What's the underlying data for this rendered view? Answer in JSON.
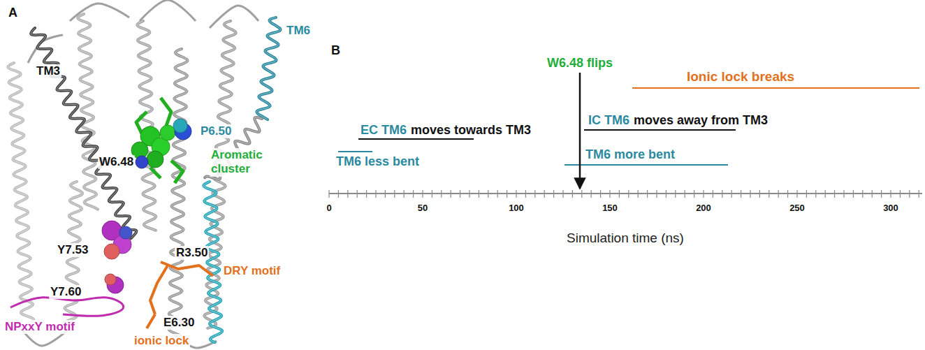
{
  "diagram": {
    "labels": [
      "A",
      "TM6",
      "TM3",
      "P6.50",
      "W6.48",
      "Aromatic cluster",
      "Y7.53",
      "R3.50",
      "DRY motif",
      "Y7.60",
      "NPxxY motif",
      "E6.30",
      "ionic lock",
      "B",
      "W6.48 flips",
      "Ionic lock breaks",
      "EC TM6",
      "moves towards TM3",
      "IC TM6",
      "moves away from TM3",
      "TM6 less bent",
      "TM6 more bent",
      "0",
      "50",
      "100",
      "150",
      "200",
      "250",
      "300",
      "Simulation time (ns)"
    ]
  }
}
